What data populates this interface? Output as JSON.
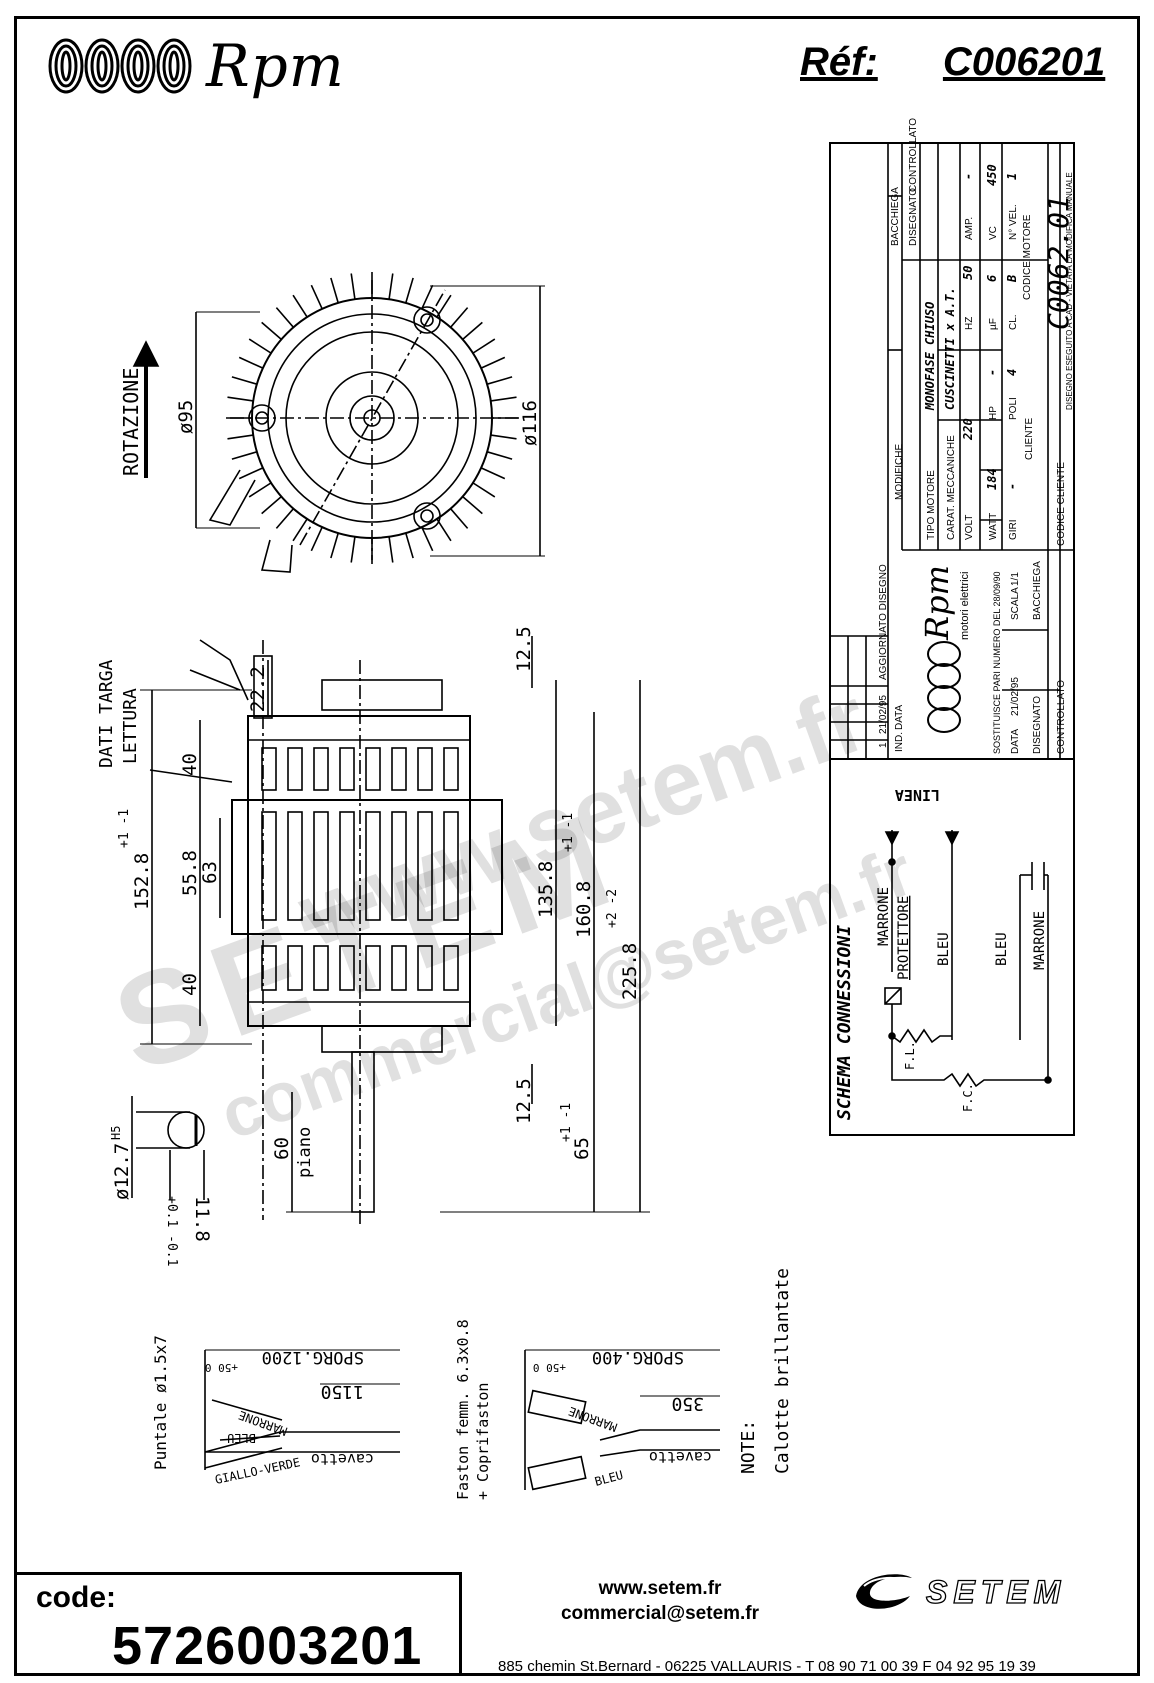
{
  "header": {
    "brand": "Rpm",
    "ref_label": "Réf:",
    "ref_value": "C006201"
  },
  "drawing": {
    "rotation_label": "ROTAZIONE",
    "dims_top": {
      "d95": "ø95",
      "d116": "ø116"
    },
    "dati_targa": "DATI TARGA",
    "lettura": "LETTURA",
    "dims": {
      "d40a": "40",
      "d22": "22.2",
      "d152": "152.8",
      "d152_tol": "+1 -1",
      "d55": "55.8",
      "d63": "63",
      "d40b": "40",
      "d135": "135.8",
      "d160": "160.8",
      "d160_tol": "+1 -1",
      "d225": "225.8",
      "d225_tol": "+2 -2",
      "d12a": "12.5",
      "d12b": "12.5",
      "d65": "65",
      "d65_tol": "+1 -1",
      "d60": "60",
      "piano": "piano",
      "d127": "ø12.7",
      "h5": "H5",
      "d118": "11.8",
      "d118_tol": "+0.1 -0.1"
    },
    "cable1": {
      "puntale": "Puntale ø1.5x7",
      "sporg": "SPORG.1200",
      "sporg_tol": "+50 0",
      "len": "1150",
      "marrone": "MARRONE",
      "bleu": "BLEU",
      "giallo": "GIALLO-VERDE",
      "cavetto": "cavetto"
    },
    "cable2": {
      "faston": "Faston femm. 6.3x0.8",
      "copri": "+ Coprifaston",
      "sporg": "SPORG.400",
      "sporg_tol": "+50 0",
      "len": "350",
      "marrone": "MARRONE",
      "bleu": "BLEU",
      "cavetto": "cavetto"
    },
    "note": "NOTE:",
    "note_text": "Calotte brillantate"
  },
  "title_block": {
    "modifiche": "MODIFICHE",
    "aggiornato": "AGGIORNATO DISEGNO",
    "bacchiega": "BACCHIEGA",
    "disegnato_contr": "DISEGNATO",
    "controllato_hdr": "CONTROLLATO",
    "ind": "IND.",
    "data": "DATA",
    "rev_ind": "1",
    "rev_date": "21/02/95",
    "tipo_motore": "TIPO MOTORE",
    "tipo_val": "MONOFASE CHIUSO",
    "carat": "CARAT. MECCANICHE",
    "carat_val": "CUSCINETTI x A.T.",
    "volt": "VOLT",
    "volt_val": "220",
    "hz": "HZ",
    "hz_val": "50",
    "amp": "AMP.",
    "amp_val": "-",
    "watt": "WATT",
    "watt_val": "184",
    "hp": "HP",
    "hp_val": "-",
    "uf": "µF",
    "uf_val": "6",
    "vc": "VC",
    "vc_val": "450",
    "giri": "GIRI",
    "giri_val": "-",
    "poli": "POLI",
    "poli_val": "4",
    "cl": "CL.",
    "cl_val": "B",
    "nvel": "N° VEL.",
    "nvel_val": "1",
    "cliente": "CLIENTE",
    "codice_cliente": "CODICE CLIENTE",
    "codice_motore": "CODICE MOTORE",
    "codice_motore_val": "C0062.01",
    "sostituisce": "SOSTITUISCE PARI NUMERO DEL 28/09/90",
    "data2": "DATA",
    "data2_val": "21/02/95",
    "scala": "SCALA",
    "scala_val": "1/1",
    "disegnato": "DISEGNATO",
    "disegnato_val": "BACCHIEGA",
    "controllato": "CONTROLLATO",
    "rpm": "Rpm",
    "motori": "motori elettrici",
    "footer": "DISEGNO ESEGUITO A CAD - VIETATA LA MODIFICA MANUALE"
  },
  "schema": {
    "title": "SCHEMA CONNESSIONI",
    "linea": "LINEA",
    "marrone1": "MARRONE",
    "protettore": "PROTETTORE",
    "bleu1": "BLEU",
    "bleu2": "BLEU",
    "marrone2": "MARRONE",
    "fl": "F.L.",
    "fc": "F.C."
  },
  "watermark": {
    "w1": "www.setem.fr",
    "w2": "SETEM",
    "w3": "commercial@setem.fr"
  },
  "footer": {
    "code_label": "code:",
    "code_value": "5726003201",
    "web": "www.setem.fr",
    "email": "commercial@setem.fr",
    "address": "885 chemin St.Bernard  -  06225 VALLAURIS  -  T 08 90 71 00 39   F 04 92 95 19 39",
    "setem": "SETEM"
  }
}
